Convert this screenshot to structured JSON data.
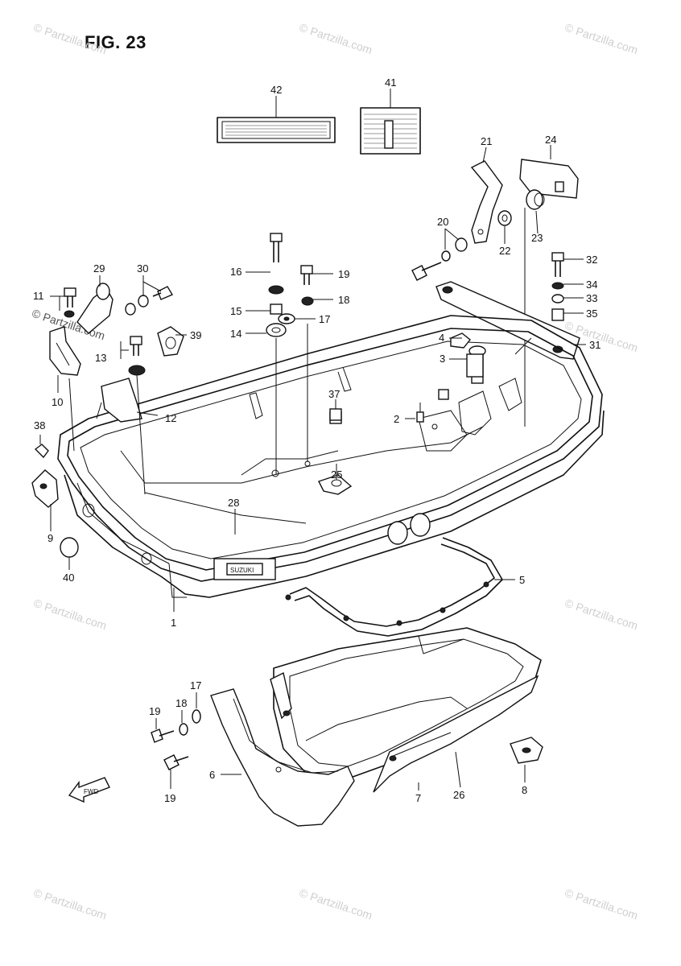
{
  "figure": {
    "title": "FIG. 23"
  },
  "watermark": {
    "text": "© Partzilla.com"
  },
  "fwd_label": "FWD",
  "badge_text": "SUZUKI",
  "callouts": {
    "c1": "1",
    "c2": "2",
    "c3": "3",
    "c4": "4",
    "c5": "5",
    "c6": "6",
    "c7": "7",
    "c8": "8",
    "c9": "9",
    "c10": "10",
    "c11": "11",
    "c12": "12",
    "c13": "13",
    "c14": "14",
    "c15": "15",
    "c16": "16",
    "c17a": "17",
    "c17b": "17",
    "c18a": "18",
    "c18b": "18",
    "c19a": "19",
    "c19b": "19",
    "c19c": "19",
    "c20": "20",
    "c21": "21",
    "c22": "22",
    "c23": "23",
    "c24": "24",
    "c25": "25",
    "c26": "26",
    "c28": "28",
    "c29": "29",
    "c30": "30",
    "c31": "31",
    "c32": "32",
    "c33": "33",
    "c34": "34",
    "c35": "35",
    "c37": "37",
    "c38": "38",
    "c39": "39",
    "c40": "40",
    "c41": "41",
    "c42": "42"
  }
}
